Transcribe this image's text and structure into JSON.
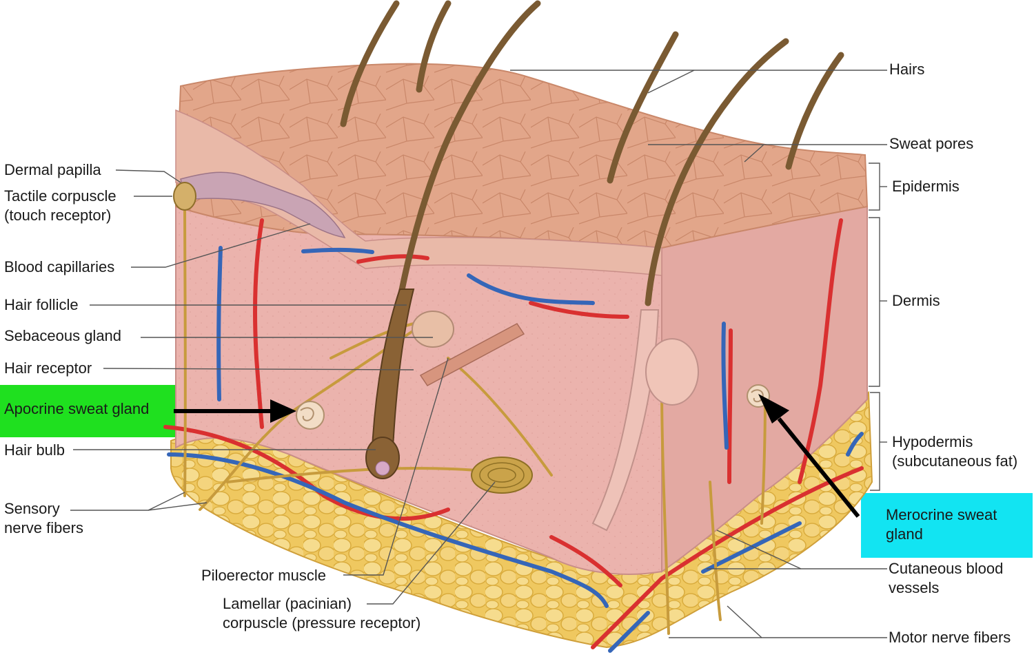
{
  "colors": {
    "apocrine_highlight": "#1fe01f",
    "merocrine_highlight": "#12e4f2",
    "epidermis": "#e2a98e",
    "dermis": "#eab3ad",
    "hypodermis_fat": "#f1cf6d",
    "artery": "#d93030",
    "vein": "#3566b8",
    "nerve": "#c79b3d",
    "hair": "#7a5a32",
    "arrow": "#000000"
  },
  "labels_left": {
    "dermal_papilla": "Dermal papilla",
    "tactile_corpuscle_1": "Tactile corpuscle",
    "tactile_corpuscle_2": "(touch receptor)",
    "blood_capillaries": "Blood capillaries",
    "hair_follicle": "Hair follicle",
    "sebaceous_gland": "Sebaceous gland",
    "hair_receptor": "Hair receptor",
    "apocrine_sweat_gland": "Apocrine sweat gland",
    "hair_bulb": "Hair bulb",
    "sensory_nerve_fibers_1": "Sensory",
    "sensory_nerve_fibers_2": "nerve fibers"
  },
  "labels_bottom": {
    "piloerector_muscle": "Piloerector muscle",
    "lamellar_corpuscle_1": "Lamellar (pacinian)",
    "lamellar_corpuscle_2": "corpuscle (pressure receptor)"
  },
  "labels_right": {
    "hairs": "Hairs",
    "sweat_pores": "Sweat pores",
    "epidermis": "Epidermis",
    "dermis": "Dermis",
    "hypodermis_1": "Hypodermis",
    "hypodermis_2": "(subcutaneous fat)",
    "merocrine_sweat_gland_1": "Merocrine sweat",
    "merocrine_sweat_gland_2": "gland",
    "cutaneous_blood_vessels_1": "Cutaneous blood",
    "cutaneous_blood_vessels_2": "vessels",
    "motor_nerve_fibers": "Motor nerve fibers"
  }
}
